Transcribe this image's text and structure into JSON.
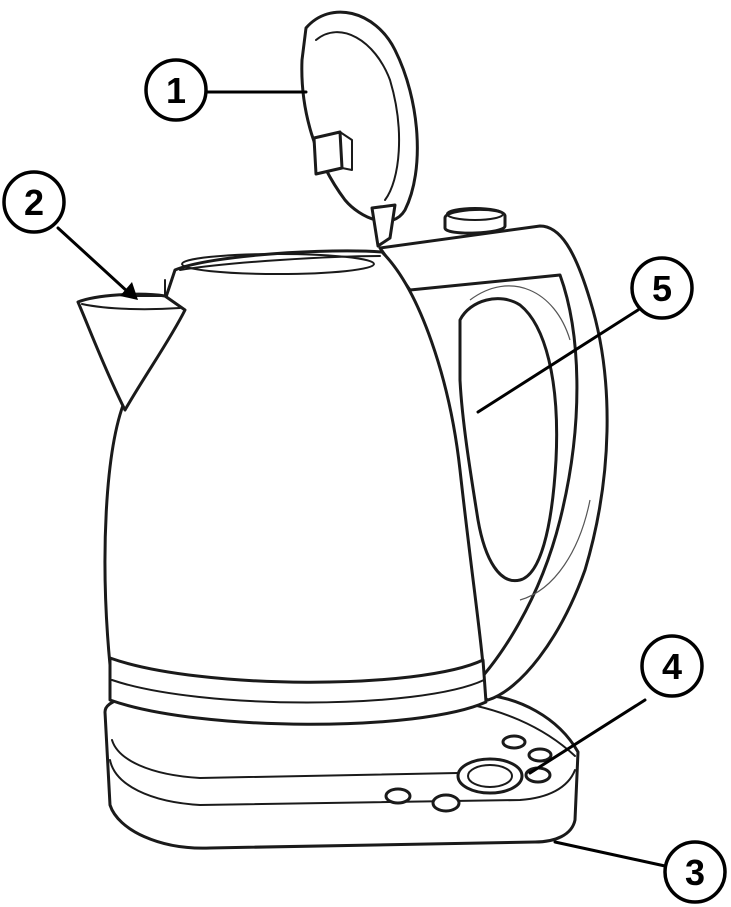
{
  "callouts": [
    {
      "id": "1",
      "part": "lid"
    },
    {
      "id": "2",
      "part": "spout"
    },
    {
      "id": "3",
      "part": "base"
    },
    {
      "id": "4",
      "part": "control-panel"
    },
    {
      "id": "5",
      "part": "handle"
    }
  ],
  "colors": {
    "line": "#1a1a1a",
    "fill": "#ffffff"
  }
}
